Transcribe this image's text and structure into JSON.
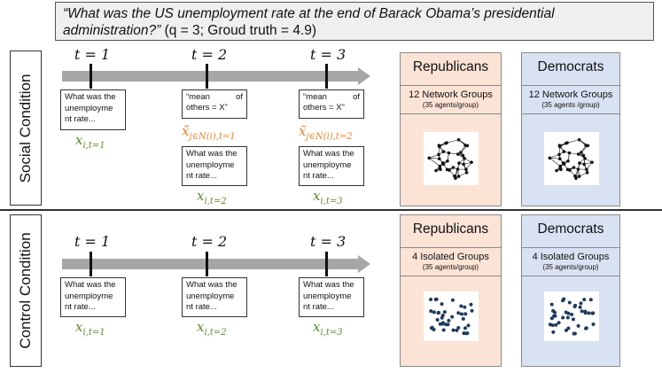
{
  "question": {
    "text": "“What was the US unemployment rate at the end of Barack Obama’s presidential administration?”",
    "params": " (q = 3; Groud truth = 4.9)"
  },
  "conditions": {
    "social": "Social Condition",
    "control": "Control Condition"
  },
  "time_labels": [
    "t = 1",
    "t = 2",
    "t = 3"
  ],
  "prompt_box": {
    "line1": "What was the",
    "line2": "unemployme",
    "line3": "nt rate..."
  },
  "mean_box": {
    "word1": "“mean",
    "word2": "of",
    "line2": "others = X”"
  },
  "vars": {
    "x": "x",
    "x_tilde": "x̃",
    "sub_t1": "i,t=1",
    "sub_t2": "i,t=2",
    "sub_t3": "i,t=3",
    "sub_tilde_t1": "j∈N(i),t=1",
    "sub_tilde_t2": "j∈N(i),t=2"
  },
  "parties": {
    "rep": "Republicans",
    "dem": "Democrats"
  },
  "social_groups": {
    "count": "12 Network Groups",
    "rep_size": "(35 agents/group)",
    "dem_size": "(35 agents /group)"
  },
  "control_groups": {
    "count": "4 Isolated Groups",
    "rep_size": "(35 agents/group)",
    "dem_size": "(35 agents/group)"
  },
  "colors": {
    "green": "#5b8a2d",
    "orange": "#e9832b",
    "republicans": "#fbe3d5",
    "democrats": "#d9e2f2",
    "node": "#1f3a5f"
  }
}
